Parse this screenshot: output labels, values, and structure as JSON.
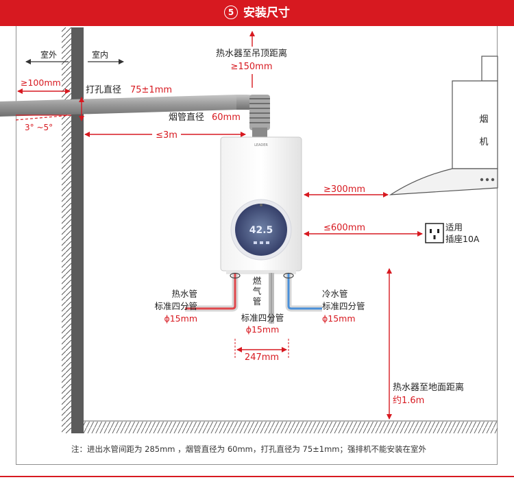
{
  "header": {
    "step_number": "5",
    "title": "安装尺寸"
  },
  "labels": {
    "outdoor": "室外",
    "indoor": "室内",
    "wall_margin": "≥100mm",
    "hole_diameter_label": "打孔直径",
    "hole_diameter_value": "75±1mm",
    "slope": "3° ~5°",
    "pipe_length": "≤3m",
    "flue_diameter_label": "烟管直径",
    "flue_diameter_value": "60mm",
    "ceiling_distance_label": "热水器至吊顶距离",
    "ceiling_distance_value": "≥150mm",
    "hood_distance": "≥300mm",
    "socket_distance": "≤600mm",
    "socket_label_line1": "适用",
    "socket_label_line2": "插座10A",
    "range_hood_line1": "烟",
    "range_hood_line2": "机",
    "hot_pipe_line1": "热水管",
    "hot_pipe_line2": "标准四分管",
    "hot_pipe_size": "ϕ15mm",
    "gas_pipe_vertical": [
      "燃",
      "气",
      "管"
    ],
    "gas_pipe_line2": "标准四分管",
    "gas_pipe_size": "ϕ15mm",
    "cold_pipe_line1": "冷水管",
    "cold_pipe_line2": "标准四分管",
    "cold_pipe_size": "ϕ15mm",
    "pipe_spacing": "247mm",
    "floor_distance_label": "热水器至地面距离",
    "floor_distance_value": "约1.6m",
    "heater_brand": "LEADER",
    "display_readout": "42.5"
  },
  "footnote": "注：进出水管间距为 285mm ，烟管直径为 60mm，打孔直径为 75±1mm；强排机不能安装在室外",
  "colors": {
    "accent": "#d71920",
    "hot_pipe": "#e0474c",
    "cold_pipe": "#4a90d9",
    "wall": "#5b5b5b"
  }
}
